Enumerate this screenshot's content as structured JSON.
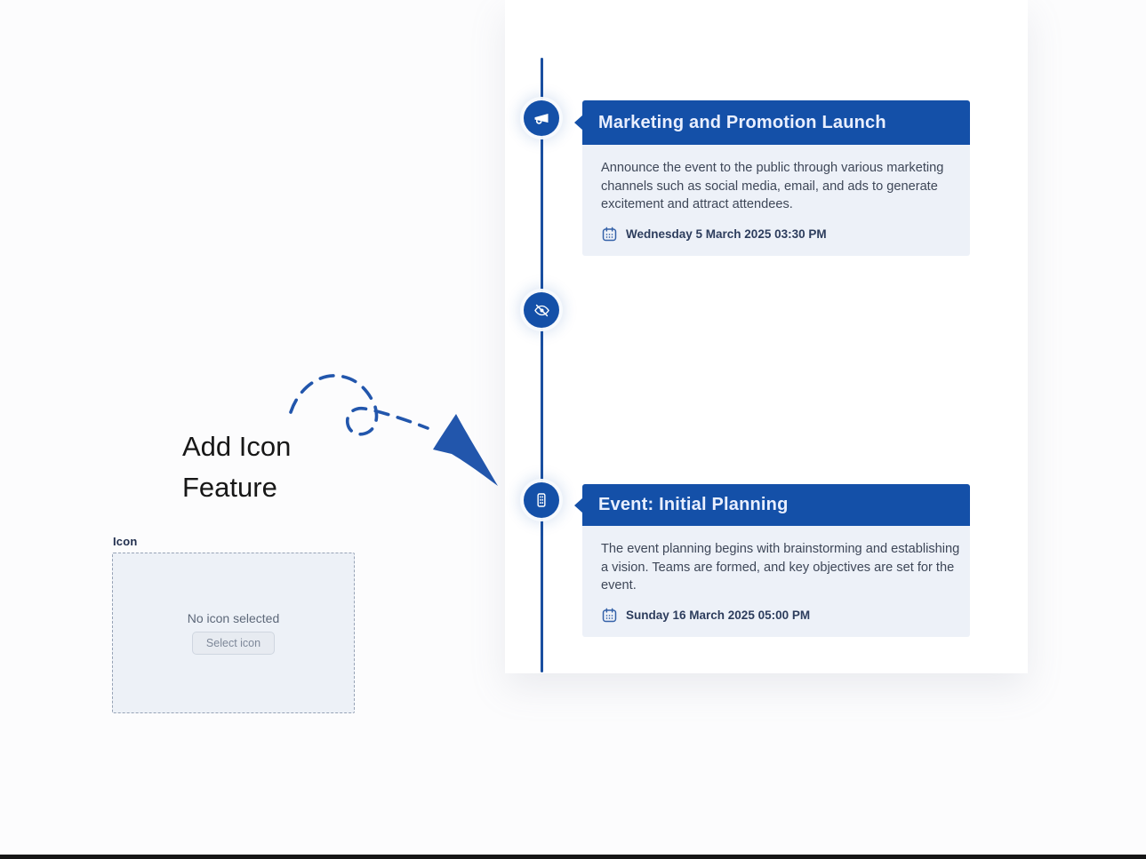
{
  "annotation": {
    "line1": "Add Icon",
    "line2": "Feature",
    "arrow_icon": "curved-dashed-arrow-icon"
  },
  "icon_field": {
    "label": "Icon",
    "empty_text": "No icon selected",
    "button_label": "Select icon"
  },
  "timeline": {
    "nodes": [
      {
        "icon": "megaphone-icon"
      },
      {
        "icon": "eye-off-icon"
      },
      {
        "icon": "building-icon"
      }
    ],
    "events": [
      {
        "title": "Marketing and Promotion Launch",
        "description": "Announce the event to the public through various marketing channels such as social media, email, and ads to generate excitement and attract attendees.",
        "datetime": "Wednesday 5 March 2025 03:30 PM",
        "datetime_icon": "calendar-icon"
      },
      {
        "title": "Event: Initial Planning",
        "description": "The event planning begins with brainstorming and establishing a vision. Teams are formed, and key objectives are set for the event.",
        "datetime": "Sunday 16 March 2025 05:00 PM",
        "datetime_icon": "calendar-icon"
      }
    ]
  },
  "colors": {
    "primary_blue": "#1450a8",
    "timeline_line": "#1a4fa0",
    "card_body_bg": "#edf1f8",
    "header_text": "#e9efff",
    "body_text": "#3e4758",
    "date_text": "#2d3d5d",
    "arrow_blue": "#2256ac",
    "dropzone_bg": "#edf1f7",
    "muted_text": "#5d6879"
  }
}
